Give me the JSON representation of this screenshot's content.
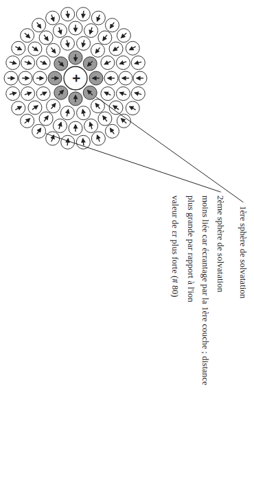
{
  "diagram": {
    "labels": [
      "1ère sphère de solvatation",
      "2ème sphère de solvatation",
      "moins liée car écrantage par la 1ère couche ; distance plus grande par rapport à l'ion",
      "valeur de εr plus forte (# 80)",
      "+"
    ]
  }
}
